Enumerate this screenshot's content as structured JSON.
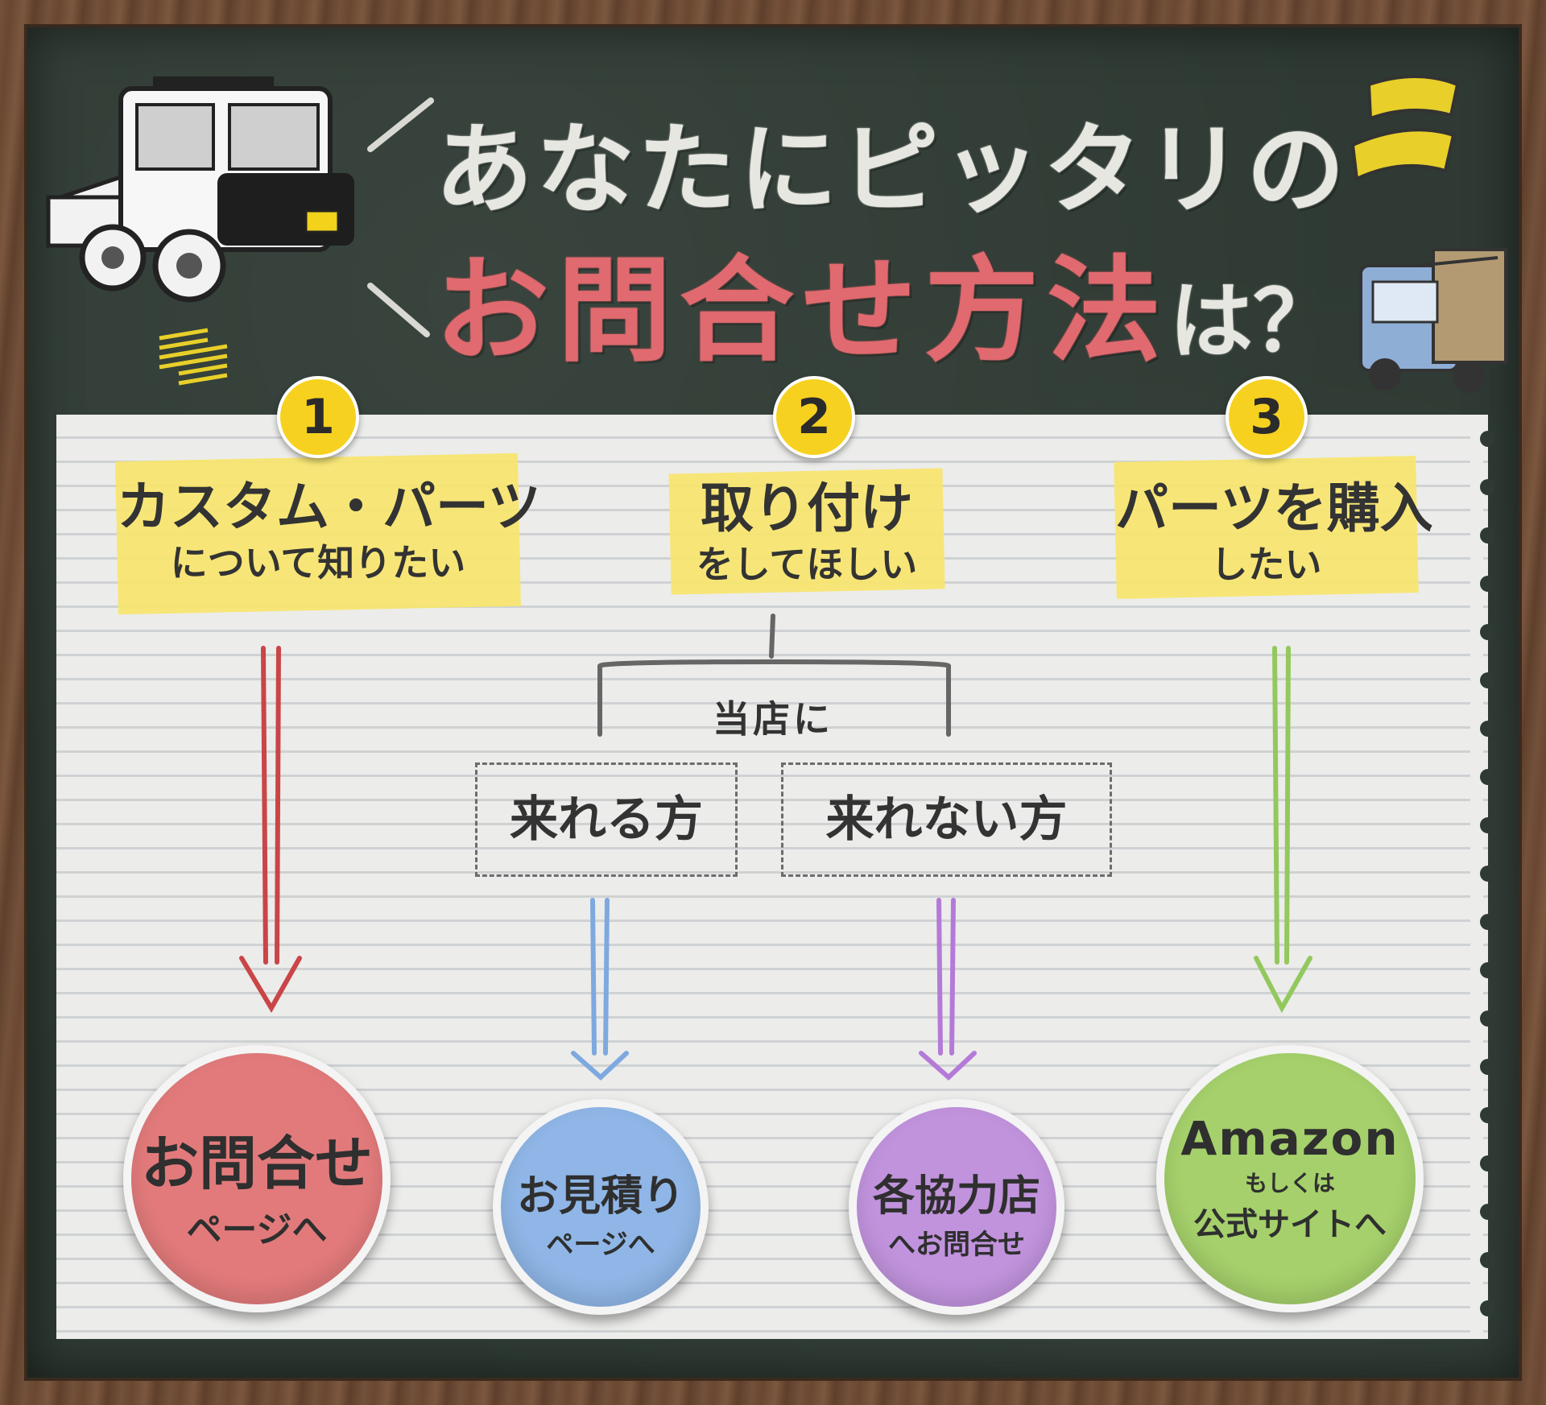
{
  "title": {
    "line1": "あなたにピッタリの",
    "line2_main": "お問合せ方法",
    "line2_end": "は？"
  },
  "options": [
    {
      "number": "1",
      "line1": "カスタム・パーツ",
      "line2": "について知りたい"
    },
    {
      "number": "2",
      "line1": "取り付け",
      "line2": "をしてほしい"
    },
    {
      "number": "3",
      "line1": "パーツを購入",
      "line2": "したい"
    }
  ],
  "branch": {
    "label": "当店に",
    "can_come": "来れる方",
    "cannot_come": "来れない方"
  },
  "results": [
    {
      "line1": "お問合せ",
      "line2": "ページへ",
      "color": "#e27a7b"
    },
    {
      "line1": "お見積り",
      "line2": "ページへ",
      "color": "#8fb6e6"
    },
    {
      "line1": "各協力店",
      "line2": "へお問合せ",
      "color": "#c193dd"
    },
    {
      "line1": "Amazon",
      "line2": "もしくは",
      "line3": "公式サイトへ",
      "color": "#a5d06b"
    }
  ],
  "colors": {
    "arrow_red": "#c94548",
    "arrow_blue": "#7ea9df",
    "arrow_purple": "#b47ad8",
    "arrow_green": "#93c85d",
    "highlight": "#f7e56c",
    "badge": "#f6d11f"
  }
}
